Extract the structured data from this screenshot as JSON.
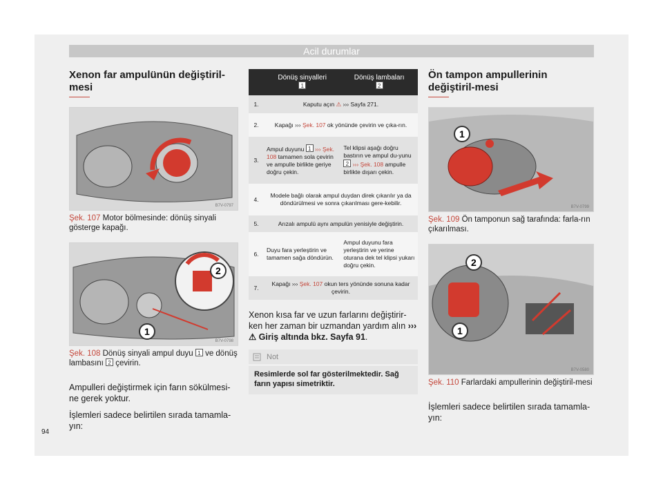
{
  "header": "Acil durumlar",
  "page_number": "94",
  "col1": {
    "title": "Xenon far ampulünün değiştiril-mesi",
    "fig1": {
      "code": "B7V-0797",
      "ref": "Şek. 107",
      "caption": "Motor bölmesinde: dönüş sinyali gösterge kapağı."
    },
    "fig2": {
      "code": "B7V-0798",
      "ref": "Şek. 108",
      "caption_a": "Dönüş sinyali ampul duyu",
      "num1": "1",
      "caption_b": "ve dönüş lambasını",
      "num2": "2",
      "caption_c": "çevirin."
    },
    "para1": "Ampulleri değiştirmek için farın sökülmesi-ne gerek yoktur.",
    "para2": "İşlemleri sadece belirtilen sırada tamamla-yın:"
  },
  "col2": {
    "table": {
      "head1": "Dönüş sinyalleri",
      "head1_num": "1",
      "head2": "Dönüş lambaları",
      "head2_num": "2",
      "r1_n": "1.",
      "r1_a": "Kaputu açın",
      "r1_b": "››› Sayfa 271.",
      "r2_n": "2.",
      "r2_a": "Kapağı ›››",
      "r2_ref": "Şek. 107",
      "r2_b": "ok yönünde çevirin ve çıka-rın.",
      "r3_n": "3.",
      "r3_l1": "Ampul duyunu",
      "r3_l_num": "1",
      "r3_l_ref": "››› Şek. 108",
      "r3_l2": "tamamen sola çevirin ve ampulle birlikte geriye doğru çekin.",
      "r3_r1": "Tel klipsi aşağı doğru bastırın ve ampul du-yunu",
      "r3_r_num": "2",
      "r3_r_ref": "››› Şek. 108",
      "r3_r2": "ampulle birlikte dışarı çekin.",
      "r4_n": "4.",
      "r4": "Modele bağlı olarak ampul duydan direk çıkarılır ya da döndürülmesi ve sonra çıkarılması gere-kebilir.",
      "r5_n": "5.",
      "r5": "Arızalı ampulü aynı ampulün yenisiyle değiştirin.",
      "r6_n": "6.",
      "r6_l": "Duyu fara yerleştirin ve tamamen sağa döndürün.",
      "r6_r": "Ampul duyunu fara yerleştirin ve yerine oturana dek tel klipsi yukarı doğru çekin.",
      "r7_n": "7.",
      "r7_a": "Kapağı ›››",
      "r7_ref": "Şek. 107",
      "r7_b": "okun ters yönünde sonuna kadar çevirin."
    },
    "para": "Xenon kısa far ve uzun farlarını değiştirir-ken her zaman bir uzmandan yardım alın",
    "para_link": "››› ⚠ Giriş altında bkz. Sayfa 91",
    "para_end": ".",
    "note_label": "Not",
    "note_text": "Resimlerde sol far gösterilmektedir. Sağ farın yapısı simetriktir."
  },
  "col3": {
    "title": "Ön tampon ampullerinin değiştiril-mesi",
    "fig1": {
      "code": "B7V-0799",
      "ref": "Şek. 109",
      "caption": "Ön tamponun sağ tarafında: farla-rın çıkarılması."
    },
    "fig2": {
      "code": "B7V-0580",
      "ref": "Şek. 110",
      "caption": "Farlardaki ampullerinin değiştiril-mesi"
    },
    "para": "İşlemleri sadece belirtilen sırada tamamla-yın:"
  },
  "colors": {
    "accent": "#c4463a",
    "header_bg": "#c7c7c7",
    "table_head": "#2b2b2b"
  }
}
